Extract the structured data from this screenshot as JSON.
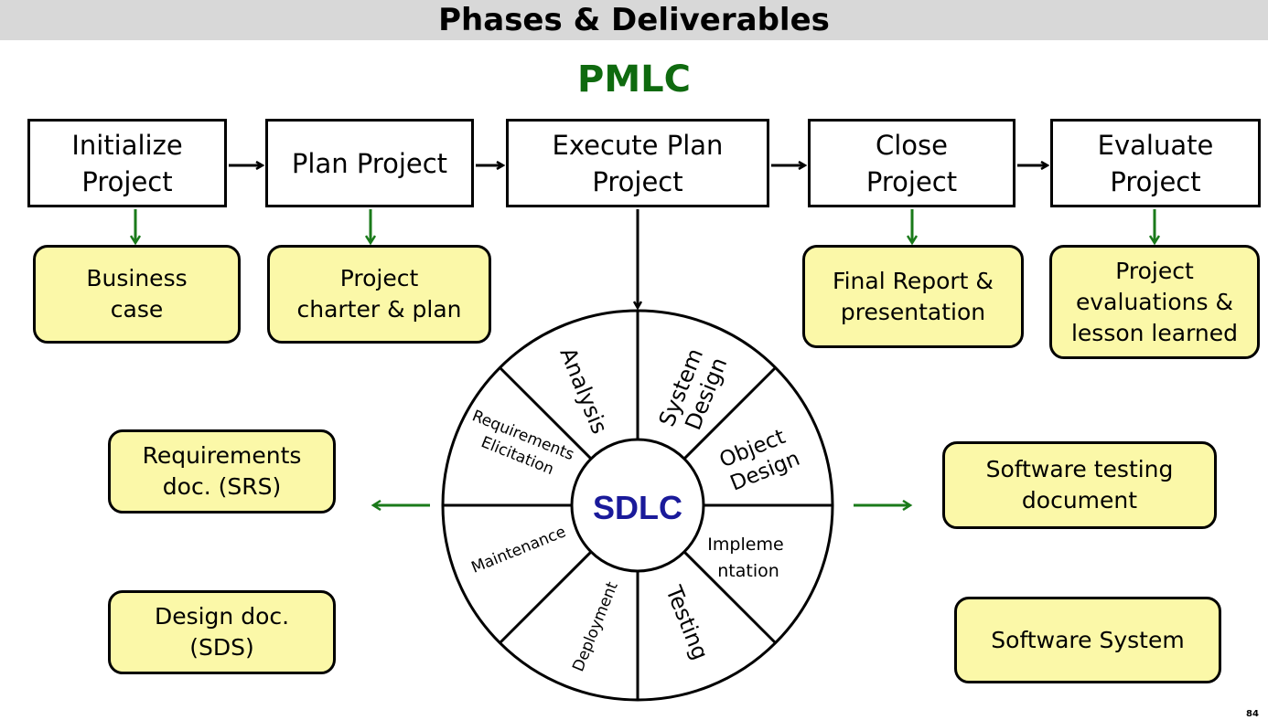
{
  "header": {
    "title": "Phases & Deliverables",
    "subtitle": "PMLC"
  },
  "phases": [
    {
      "label": "Initialize\nProject"
    },
    {
      "label": "Plan Project"
    },
    {
      "label": "Execute Plan\nProject"
    },
    {
      "label": "Close\nProject"
    },
    {
      "label": "Evaluate\nProject"
    }
  ],
  "phase_deliverables": [
    {
      "label": "Business\ncase"
    },
    {
      "label": "Project\ncharter & plan"
    },
    {
      "label": "Final Report &\npresentation"
    },
    {
      "label": "Project\nevaluations &\nlesson learned"
    }
  ],
  "sdlc": {
    "center_label": "SDLC",
    "segments": [
      {
        "label": "Analysis"
      },
      {
        "label": "System\nDesign"
      },
      {
        "label": "Object\nDesign"
      },
      {
        "label": "Impleme\nntation"
      },
      {
        "label": "Testing"
      },
      {
        "label": "Deployment"
      },
      {
        "label": "Maintenance"
      },
      {
        "label": "Requirements\nElicitation"
      }
    ]
  },
  "sdlc_deliverables": {
    "left": [
      {
        "label": "Requirements\ndoc. (SRS)"
      },
      {
        "label": "Design doc.\n(SDS)"
      }
    ],
    "right": [
      {
        "label": "Software testing\ndocument"
      },
      {
        "label": "Software System"
      }
    ]
  },
  "page_number": "84",
  "colors": {
    "title_bar": "#d8d8d8",
    "pmlc_text": "#0f6a0f",
    "deliverable_fill": "#fbf8a8",
    "green_arrow": "#1a7a1a",
    "sdlc_text": "#1a1a9a"
  }
}
